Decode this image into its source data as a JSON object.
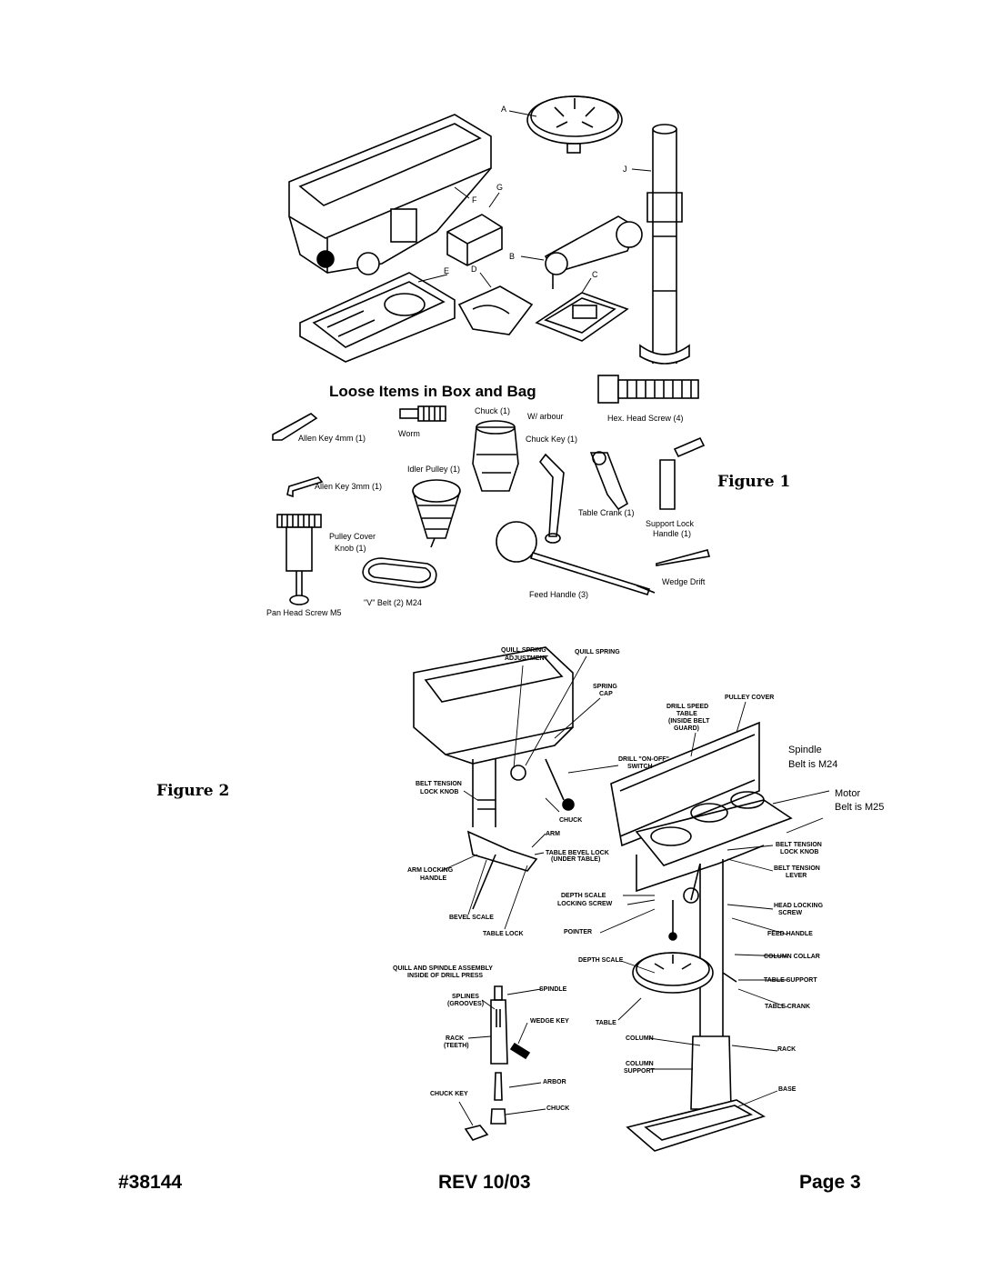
{
  "figure1": {
    "caption": "Figure 1",
    "part_letters": {
      "a": "A",
      "b": "B",
      "c": "C",
      "d": "D",
      "e": "E",
      "f": "F",
      "g": "G",
      "j": "J"
    },
    "loose_items_title": "Loose Items in Box and Bag",
    "items": {
      "allen_4mm": "Allen Key 4mm (1)",
      "allen_3mm": "Allen Key 3mm (1)",
      "worm": "Worm",
      "idler_pulley": "Idler Pulley (1)",
      "chuck": "Chuck (1)",
      "arbour": "W/ arbour",
      "chuck_key": "Chuck Key (1)",
      "hex_screw": "Hex. Head Screw (4)",
      "table_crank": "Table Crank (1)",
      "support_lock": "Support Lock",
      "support_lock_2": "Handle (1)",
      "pulley_cover_knob": "Pulley Cover",
      "pulley_cover_knob_2": "Knob (1)",
      "wedge_drift": "Wedge Drift",
      "feed_handle": "Feed Handle (3)",
      "v_belt": "\"V\" Belt (2)  M24",
      "pan_head": "Pan Head Screw  M5"
    }
  },
  "figure2": {
    "caption": "Figure 2",
    "labels": {
      "quill_spring_adj_1": "QUILL SPRING",
      "quill_spring_adj_2": "ADJUSTMENT",
      "quill_spring": "QUILL SPRING",
      "spring_cap_1": "SPRING",
      "spring_cap_2": "CAP",
      "pulley_cover": "PULLEY COVER",
      "speed_table_1": "DRILL SPEED",
      "speed_table_2": "TABLE",
      "speed_table_3": "(INSIDE BELT",
      "speed_table_4": "GUARD)",
      "spindle_belt_1": "Spindle",
      "spindle_belt_2": "Belt is M24",
      "motor_belt_1": "Motor",
      "motor_belt_2": "Belt is M25",
      "switch_1": "DRILL \"ON-OFF\"",
      "switch_2": "SWITCH",
      "belt_tension_lock_1": "BELT TENSION",
      "belt_tension_lock_2": "LOCK KNOB",
      "chuck": "CHUCK",
      "arm": "ARM",
      "bevel_lock_1": "TABLE BEVEL LOCK",
      "bevel_lock_2": "(UNDER TABLE)",
      "arm_lock_1": "ARM LOCKING",
      "arm_lock_2": "HANDLE",
      "bevel_scale": "BEVEL SCALE",
      "table_lock": "TABLE LOCK",
      "bt_lock_r_1": "BELT TENSION",
      "bt_lock_r_2": "LOCK KNOB",
      "bt_lever_1": "BELT TENSION",
      "bt_lever_2": "LEVER",
      "depth_lock_1": "DEPTH SCALE",
      "depth_lock_2": "LOCKING SCREW",
      "head_lock_1": "HEAD LOCKING",
      "head_lock_2": "SCREW",
      "pointer": "POINTER",
      "feed_handle": "FEED HANDLE",
      "depth_scale": "DEPTH SCALE",
      "column_collar": "COLUMN COLLAR",
      "table_support": "TABLE SUPPORT",
      "table_crank": "TABLE CRANK",
      "table": "TABLE",
      "column": "COLUMN",
      "rack": "RACK",
      "column_support_1": "COLUMN",
      "column_support_2": "SUPPORT",
      "base": "BASE",
      "quill_assy_1": "QUILL AND SPINDLE ASSEMBLY",
      "quill_assy_2": "INSIDE OF DRILL PRESS",
      "spindle": "SPINDLE",
      "splines_1": "SPLINES",
      "splines_2": "(GROOVES)",
      "wedge_key": "WEDGE KEY",
      "rack_teeth_1": "RACK",
      "rack_teeth_2": "(TEETH)",
      "arbor": "ARBOR",
      "chuck_key": "CHUCK KEY",
      "chuck_lower": "CHUCK"
    }
  },
  "footer": {
    "part_number": "#38144",
    "revision": "REV 10/03",
    "page": "Page 3"
  }
}
